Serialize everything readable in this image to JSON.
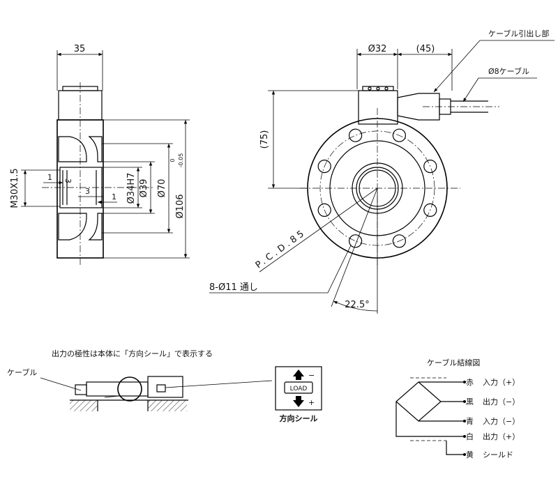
{
  "side_view": {
    "dim_width": "35",
    "thread_label": "M30X1.5",
    "dim_1": "1",
    "dim_3a": "3",
    "dim_3b": "3",
    "dim_1b": "1",
    "dim_bore": "Ø34H7",
    "dim_39": "Ø39",
    "dim_70": "Ø70",
    "dim_106": "Ø106",
    "tol_upper": "0",
    "tol_lower": "-0.05"
  },
  "front_view": {
    "dim_32": "Ø32",
    "dim_45": "(45)",
    "dim_75": "(75)",
    "cable_exit_label": "ケーブル引出し部",
    "cable_label": "Ø8ケーブル",
    "pcd_label": "P.C.D.85",
    "holes_label": "8-Ø11 通し",
    "angle_label": "22.5°"
  },
  "polarity": {
    "note": "出力の極性は本体に「方向シール」で表示する",
    "cable_label": "ケーブル",
    "seal_caption": "方向シール",
    "seal_load": "LOAD",
    "seal_minus": "−",
    "seal_plus": "+"
  },
  "wiring": {
    "title": "ケーブル結線図",
    "rows": [
      {
        "color": "赤",
        "signal": "入力（+）"
      },
      {
        "color": "黒",
        "signal": "出力（−）"
      },
      {
        "color": "青",
        "signal": "入力（−）"
      },
      {
        "color": "白",
        "signal": "出力（+）"
      },
      {
        "color": "黄",
        "signal": "シールド"
      }
    ]
  }
}
